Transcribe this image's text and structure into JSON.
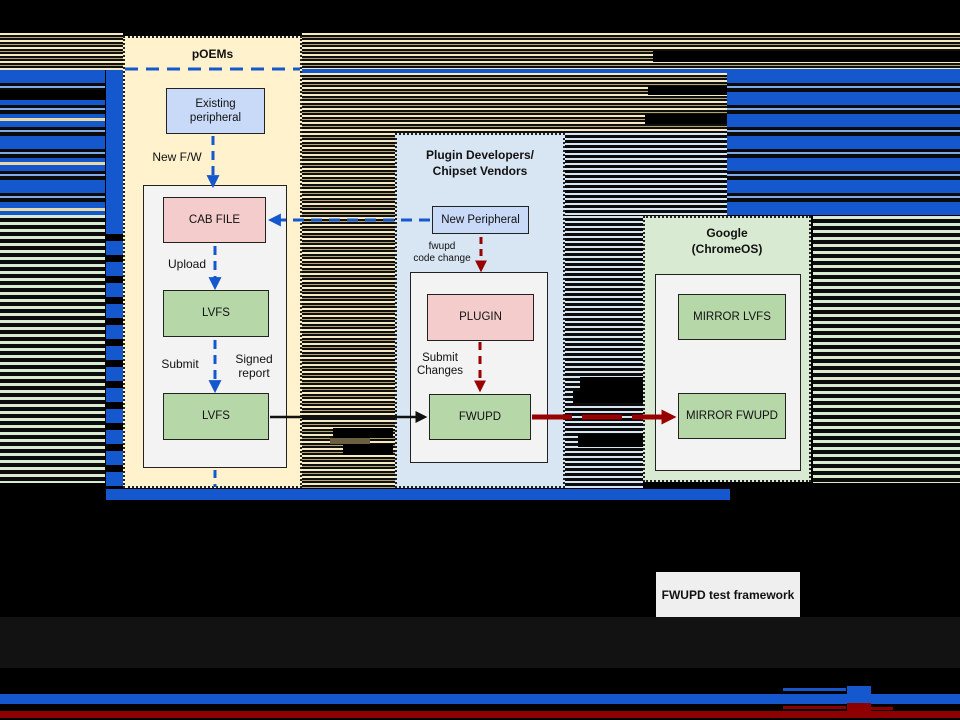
{
  "groups": {
    "poems": {
      "title": "pOEMs"
    },
    "plugin_devs": {
      "title_line1": "Plugin Developers/",
      "title_line2": "Chipset Vendors"
    },
    "google": {
      "title_line1": "Google",
      "title_line2": "(ChromeOS)"
    }
  },
  "nodes": {
    "existing_peripheral": "Existing peripheral",
    "cab_file": "CAB FILE",
    "lvfs_1": "LVFS",
    "lvfs_2": "LVFS",
    "new_peripheral": "New Peripheral",
    "plugin": "PLUGIN",
    "fwupd": "FWUPD",
    "mirror_lvfs": "MIRROR LVFS",
    "mirror_fwupd": "MIRROR FWUPD",
    "fwupd_test_framework": "FWUPD test framework"
  },
  "edge_labels": {
    "new_fw": "New F/W",
    "upload": "Upload",
    "submit": "Submit",
    "signed_report_line1": "Signed",
    "signed_report_line2": "report",
    "fwupd_code_change_line1": "fwupd",
    "fwupd_code_change_line2": "code change",
    "submit_changes_line1": "Submit",
    "submit_changes_line2": "Changes"
  },
  "colors": {
    "accent_blue": "#1557CD",
    "accent_dark_red": "#990000",
    "bottom_red_bar": "#8E0000",
    "group_poems_fill": "#FFF2CC",
    "group_plugin_fill": "#D8E5F3",
    "group_google_fill": "#D9EAD3",
    "panel_fill": "#F3F3F3",
    "node_pink": "#F4CCCC",
    "node_green": "#B6D7A8",
    "node_blue": "#C9DAF8",
    "test_box_fill": "#EFEFEF"
  }
}
